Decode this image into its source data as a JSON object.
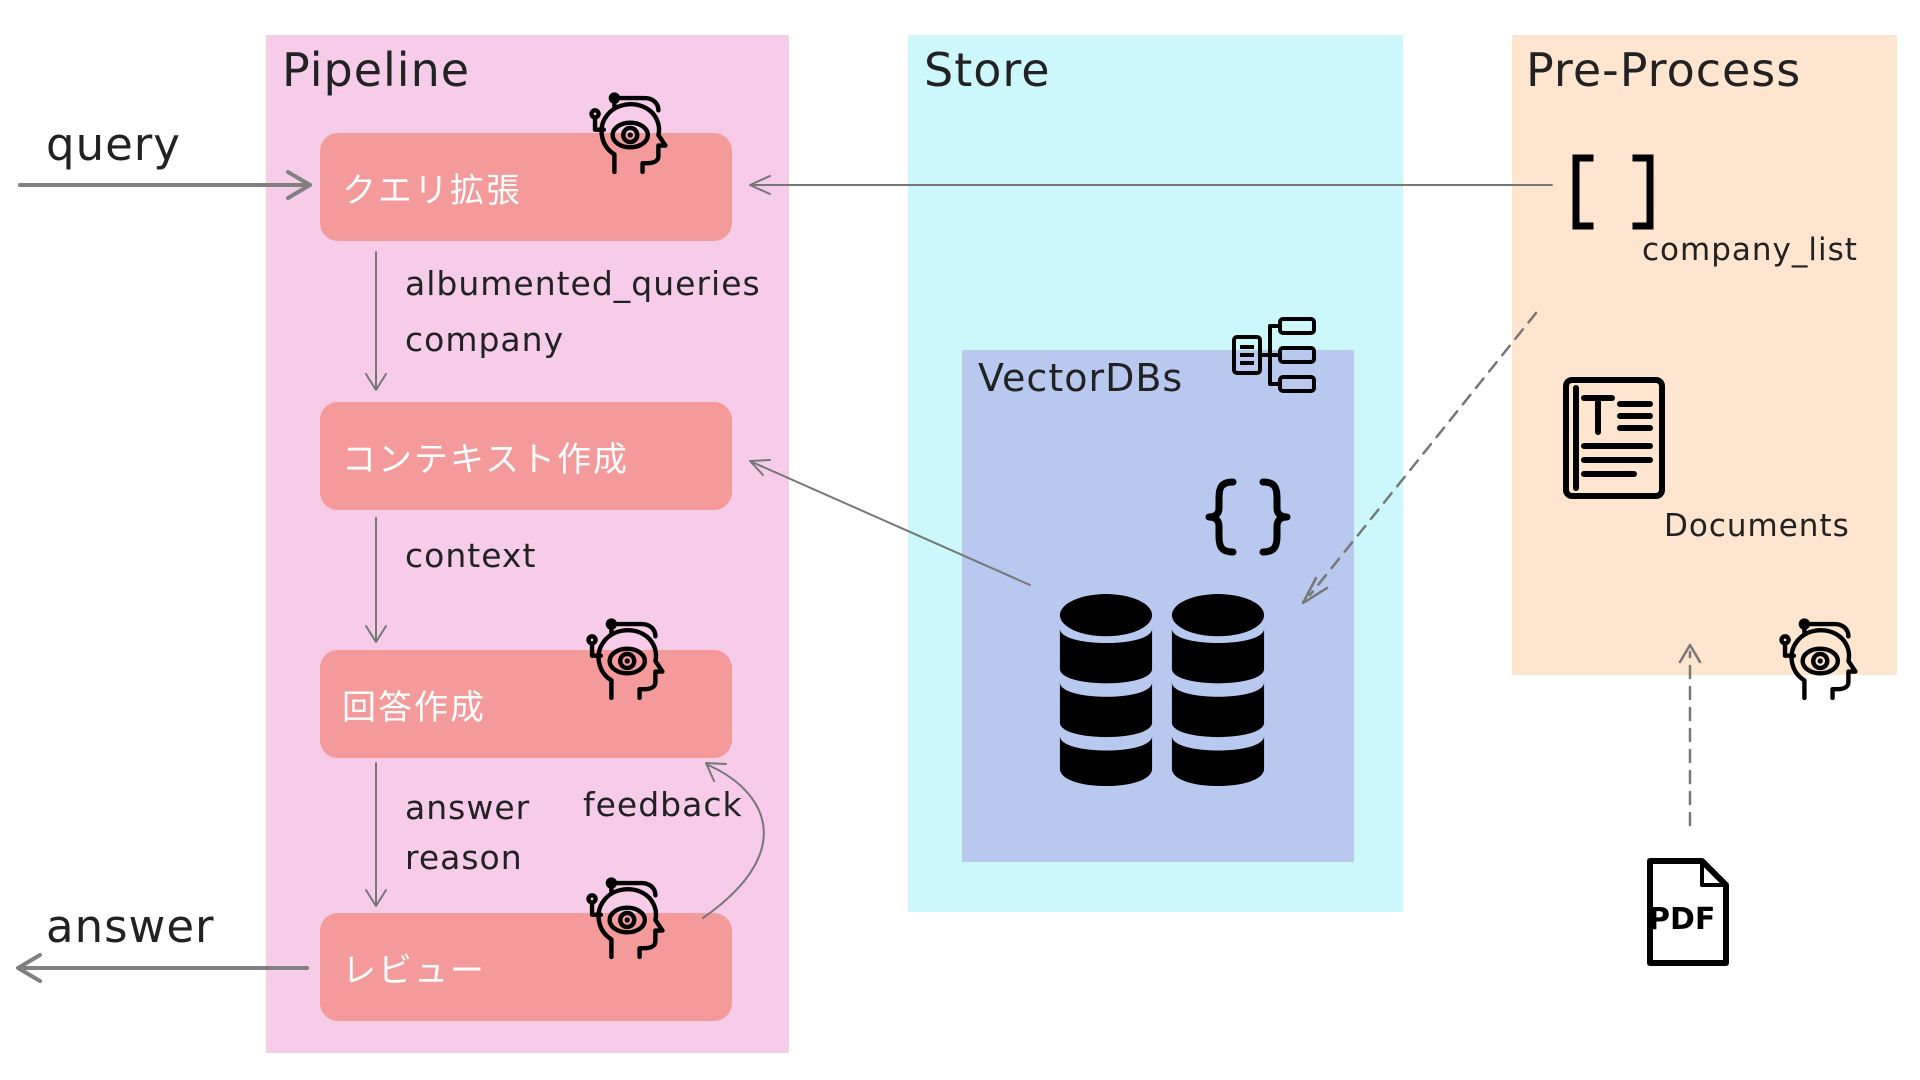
{
  "inputs": {
    "query": "query",
    "answer": "answer"
  },
  "panels": {
    "pipeline": {
      "title": "Pipeline",
      "color": "#f6cce8"
    },
    "store": {
      "title": "Store",
      "color": "#ccf8fc"
    },
    "preprocess": {
      "title": "Pre-Process",
      "color": "#fde5cf"
    },
    "vectordb": {
      "title": "VectorDBs",
      "color": "#b9c8ee"
    }
  },
  "steps": [
    {
      "id": "query-expansion",
      "label": "クエリ拡張"
    },
    {
      "id": "context-creation",
      "label": "コンテキスト作成"
    },
    {
      "id": "answer-creation",
      "label": "回答作成"
    },
    {
      "id": "review",
      "label": "レビュー"
    }
  ],
  "edge_labels": {
    "queries": "albumented_queries",
    "company": "company",
    "context": "context",
    "answer": "answer",
    "reason": "reason",
    "feedback": "feedback"
  },
  "preprocess_items": {
    "company_list": "company_list",
    "documents": "Documents",
    "pdf": "PDF"
  },
  "icons": {
    "ai_head": "ai-head-icon",
    "bracket": "bracket-list-icon",
    "document": "text-document-icon",
    "pdf": "pdf-file-icon",
    "json": "curly-braces-icon",
    "database": "database-icon",
    "tree": "tree-structure-icon"
  },
  "colors": {
    "step": "#f59a9a",
    "line": "#7a7a7a",
    "io_line": "#808080"
  }
}
